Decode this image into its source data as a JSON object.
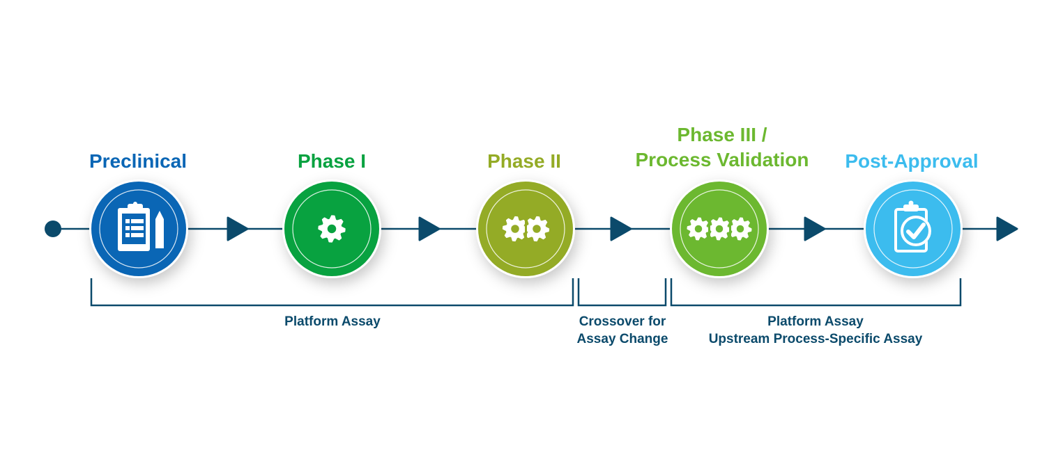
{
  "colors": {
    "line": "#0b4a6b",
    "preclinical": "#0a66b5",
    "phase1": "#08a240",
    "phase2": "#94ab26",
    "phase3": "#6cb830",
    "post_approval": "#3cbcee"
  },
  "stages": [
    {
      "id": "preclinical",
      "title_lines": [
        "Preclinical"
      ],
      "icon": "clipboard-list-pencil-icon",
      "color_key": "preclinical"
    },
    {
      "id": "phase1",
      "title_lines": [
        "Phase I"
      ],
      "icon": "single-gear-icon",
      "color_key": "phase1"
    },
    {
      "id": "phase2",
      "title_lines": [
        "Phase II"
      ],
      "icon": "two-gears-icon",
      "color_key": "phase2"
    },
    {
      "id": "phase3",
      "title_lines": [
        "Phase III /",
        "Process Validation"
      ],
      "icon": "three-gears-icon",
      "color_key": "phase3"
    },
    {
      "id": "post-approval",
      "title_lines": [
        "Post-Approval"
      ],
      "icon": "clipboard-check-icon",
      "color_key": "post_approval"
    }
  ],
  "brackets": [
    {
      "id": "platform-assay",
      "lines": [
        "Platform Assay"
      ]
    },
    {
      "id": "crossover",
      "lines": [
        "Crossover for",
        "Assay Change"
      ]
    },
    {
      "id": "platform-upstream",
      "lines": [
        "Platform Assay",
        "Upstream Process-Specific Assay"
      ]
    }
  ]
}
